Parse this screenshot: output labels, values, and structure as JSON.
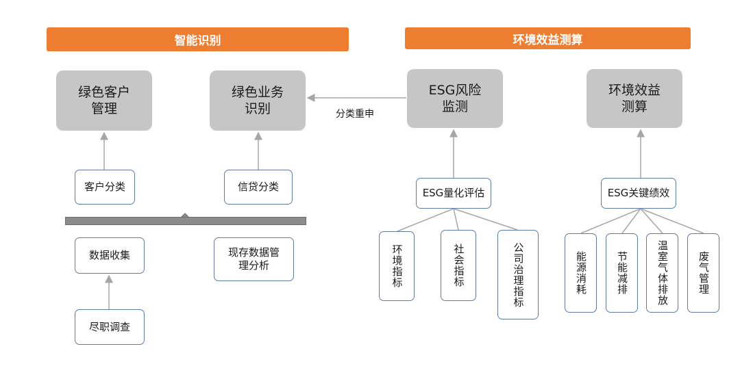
{
  "banners": {
    "left": "智能识别",
    "right": "环境效益测算"
  },
  "top_boxes": {
    "green_customer": "绿色客户\n管理",
    "green_business": "绿色业务\n识别",
    "esg_risk": "ESG风险\n监测",
    "env_benefit": "环境效益\n测算"
  },
  "arrow_label": "分类重申",
  "left_nodes": {
    "customer_classification": "客户分类",
    "credit_classification": "信贷分类",
    "data_collection": "数据收集",
    "existing_data": "现存数据管\n理分析",
    "due_diligence": "尽职调查"
  },
  "esg_assessment": {
    "title": "ESG量化评估",
    "items": [
      "环境指标",
      "社会指标",
      "公司治理指标"
    ]
  },
  "esg_kpi": {
    "title": "ESG关键绩效",
    "items": [
      "能源消耗",
      "节能减排",
      "温室气体排放",
      "废气管理"
    ]
  },
  "colors": {
    "banner": "#ED7D31",
    "gray_box": "#C6C6C6",
    "outline": "#5B7CA8",
    "connector": "#A6A6A6"
  }
}
